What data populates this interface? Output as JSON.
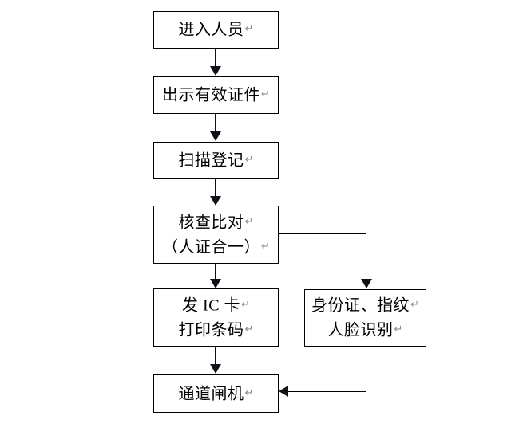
{
  "diagram": {
    "type": "flowchart",
    "orientation": "top-to-bottom",
    "background_color": "#ffffff",
    "line_color": "#000000",
    "text_color": "#000000",
    "pilcrow_color": "#8d8a9c",
    "pilcrow_glyph": "↵",
    "nodes": [
      {
        "id": "entry-person",
        "lines": [
          "进入人员"
        ],
        "shape": "rectangle"
      },
      {
        "id": "show-id",
        "lines": [
          "出示有效证件"
        ],
        "shape": "rectangle"
      },
      {
        "id": "scan-register",
        "lines": [
          "扫描登记"
        ],
        "shape": "rectangle"
      },
      {
        "id": "verify-match",
        "lines": [
          "核查比对",
          "（人证合一）"
        ],
        "shape": "rectangle"
      },
      {
        "id": "issue-card",
        "lines": [
          "发 IC 卡",
          "打印条码"
        ],
        "shape": "rectangle"
      },
      {
        "id": "biometrics",
        "lines": [
          "身份证、指纹",
          "人脸识别"
        ],
        "shape": "rectangle"
      },
      {
        "id": "gate",
        "lines": [
          "通道闸机"
        ],
        "shape": "rectangle"
      }
    ],
    "edges": [
      {
        "from": "entry-person",
        "to": "show-id",
        "style": "straight-down",
        "arrow": "down"
      },
      {
        "from": "show-id",
        "to": "scan-register",
        "style": "straight-down",
        "arrow": "down"
      },
      {
        "from": "scan-register",
        "to": "verify-match",
        "style": "straight-down",
        "arrow": "down"
      },
      {
        "from": "verify-match",
        "to": "issue-card",
        "style": "straight-down",
        "arrow": "down"
      },
      {
        "from": "verify-match",
        "to": "biometrics",
        "style": "right-then-down",
        "arrow": "down"
      },
      {
        "from": "issue-card",
        "to": "gate",
        "style": "straight-down",
        "arrow": "down"
      },
      {
        "from": "biometrics",
        "to": "gate",
        "style": "down-then-left",
        "arrow": "left"
      }
    ]
  }
}
